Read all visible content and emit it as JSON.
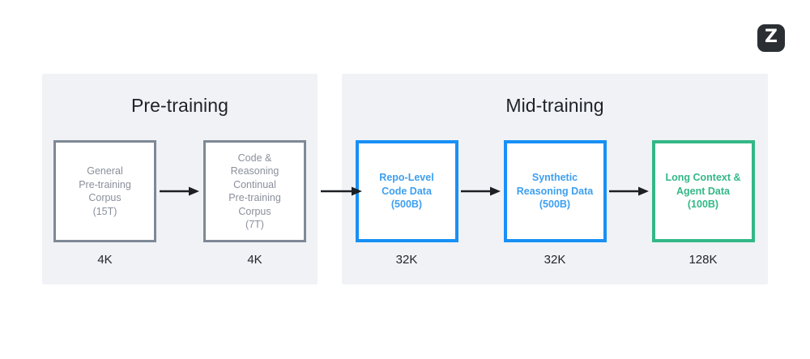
{
  "logo": {
    "name": "zai-logo",
    "glyph": "Z",
    "background": "#2b2f33",
    "foreground": "#ffffff"
  },
  "colors": {
    "panel_background": "#f0f2f5",
    "page_background": "#ffffff",
    "gray_border": "#7e8996",
    "gray_text": "#8a909b",
    "blue_border": "#1890f5",
    "blue_text": "#3d9ff0",
    "green_border": "#33b887",
    "green_text": "#33b887",
    "title_text": "#1f2328",
    "arrow": "#1c1f23"
  },
  "diagram": {
    "type": "flow",
    "stages": [
      {
        "id": "pre-training",
        "title": "Pre-training",
        "nodes": [
          {
            "id": "general-pretraining-corpus",
            "label": "General\nPre-training\nCorpus\n(15T)",
            "tokens": "15T",
            "context": "4K",
            "style": "gray"
          },
          {
            "id": "code-reasoning-continual-pretraining-corpus",
            "label": "Code &\nReasoning\nContinual\nPre-training\nCorpus\n(7T)",
            "tokens": "7T",
            "context": "4K",
            "style": "gray"
          }
        ]
      },
      {
        "id": "mid-training",
        "title": "Mid-training",
        "nodes": [
          {
            "id": "repo-level-code-data",
            "label": "Repo-Level\nCode Data\n(500B)",
            "tokens": "500B",
            "context": "32K",
            "style": "blue"
          },
          {
            "id": "synthetic-reasoning-data",
            "label": "Synthetic\nReasoning Data\n(500B)",
            "tokens": "500B",
            "context": "32K",
            "style": "blue"
          },
          {
            "id": "long-context-agent-data",
            "label": "Long Context &\nAgent Data\n(100B)",
            "tokens": "100B",
            "context": "128K",
            "style": "green"
          }
        ]
      }
    ]
  }
}
